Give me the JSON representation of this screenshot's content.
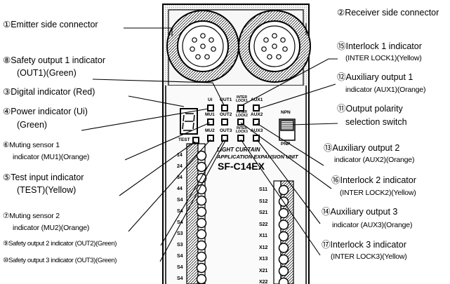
{
  "device": {
    "model": "SF-C14EX",
    "unit_line1": "LIGHT CURTAIN",
    "unit_line2": "APPLICATION EXPANSION UNIT",
    "switch_top": "NPN",
    "switch_bottom": "PNP",
    "panel_labels": {
      "ui": "Ui",
      "out1": "OUT1",
      "interlock1": "INTER\nLOCK1",
      "aux1": "AUX1",
      "mu1": "MU1",
      "out2": "OUT2",
      "interlock2": "INTER\nLOCK2",
      "aux2": "AUX2",
      "test": "TEST",
      "mu2": "MU2",
      "out3": "OUT3",
      "interlock3": "INTER\nLOCK3",
      "aux3": "AUX3"
    },
    "left_terminals": [
      "14",
      "24",
      "34",
      "44",
      "S4",
      "S4",
      "S4",
      "S3",
      "S3",
      "S4",
      "S4",
      "S4"
    ],
    "right_terminals": [
      "S11",
      "S12",
      "S21",
      "S22",
      "X11",
      "X12",
      "X13",
      "X21",
      "X22"
    ]
  },
  "callouts_left": [
    {
      "id": "emitter",
      "line1": "①Emitter side connector"
    },
    {
      "id": "out1",
      "line1": "⑧Safety output 1 indicator",
      "line2": "(OUT1)(Green)"
    },
    {
      "id": "digital",
      "line1": "③Digital indicator (Red)"
    },
    {
      "id": "power",
      "line1": "④Power indicator (Ui)",
      "line2": "(Green)"
    },
    {
      "id": "mu1",
      "line1": "⑥Muting sensor 1",
      "line2": "indicator (MU1)(Orange)"
    },
    {
      "id": "test",
      "line1": "⑤Test input indicator",
      "line2": "(TEST)(Yellow)"
    },
    {
      "id": "mu2",
      "line1": "⑦Muting sensor 2",
      "line2": "indicator (MU2)(Orange)"
    },
    {
      "id": "out2",
      "line1": "⑨Safety output 2 indicator (OUT2)(Green)"
    },
    {
      "id": "out3",
      "line1": "⑩Safety output 3 indicator (OUT3)(Green)"
    }
  ],
  "callouts_right": [
    {
      "id": "receiver",
      "line1": "②Receiver side connector"
    },
    {
      "id": "interlock1",
      "line1": "⑮Interlock 1 indicator",
      "line2": "(INTER LOCK1)(Yellow)"
    },
    {
      "id": "aux1",
      "line1": "⑫Auxiliary output 1",
      "line2": "indicator (AUX1)(Orange)"
    },
    {
      "id": "polarity",
      "line1": "⑪Output polarity",
      "line2": "selection switch"
    },
    {
      "id": "aux2",
      "line1": "⑬Auxiliary output 2",
      "line2": "indicator (AUX2)(Orange)"
    },
    {
      "id": "interlock2",
      "line1": "⑯Interlock 2 indicator",
      "line2": "(INTER LOCK2)(Yellow)"
    },
    {
      "id": "aux3",
      "line1": "⑭Auxiliary output 3",
      "line2": "indicator (AUX3)(Orange)"
    },
    {
      "id": "interlock3",
      "line1": "⑰Interlock 3 indicator",
      "line2": "(INTER LOCK3)(Yellow)"
    }
  ]
}
